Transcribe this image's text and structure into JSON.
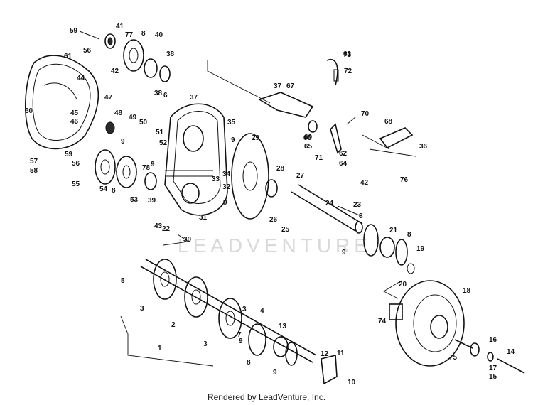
{
  "watermark": "LEADVENTURE",
  "footer": "Rendered by LeadVenture, Inc.",
  "callouts": [
    "1",
    "2",
    "3",
    "3",
    "3",
    "4",
    "5",
    "6",
    "7",
    "8",
    "8",
    "8",
    "8",
    "8",
    "9",
    "9",
    "9",
    "9",
    "9",
    "9",
    "9",
    "10",
    "11",
    "12",
    "13",
    "14",
    "15",
    "16",
    "17",
    "18",
    "19",
    "20",
    "21",
    "22",
    "23",
    "24",
    "25",
    "26",
    "27",
    "28",
    "29",
    "30",
    "31",
    "32",
    "33",
    "34",
    "35",
    "36",
    "37",
    "37",
    "38",
    "38",
    "39",
    "40",
    "41",
    "42",
    "42",
    "43",
    "44",
    "45",
    "46",
    "47",
    "48",
    "49",
    "50",
    "51",
    "52",
    "53",
    "54",
    "55",
    "56",
    "56",
    "57",
    "58",
    "59",
    "59",
    "60",
    "61",
    "62",
    "63",
    "64",
    "65",
    "66",
    "67",
    "68",
    "69",
    "70",
    "71",
    "72",
    "73",
    "74",
    "75",
    "76",
    "77",
    "78"
  ]
}
